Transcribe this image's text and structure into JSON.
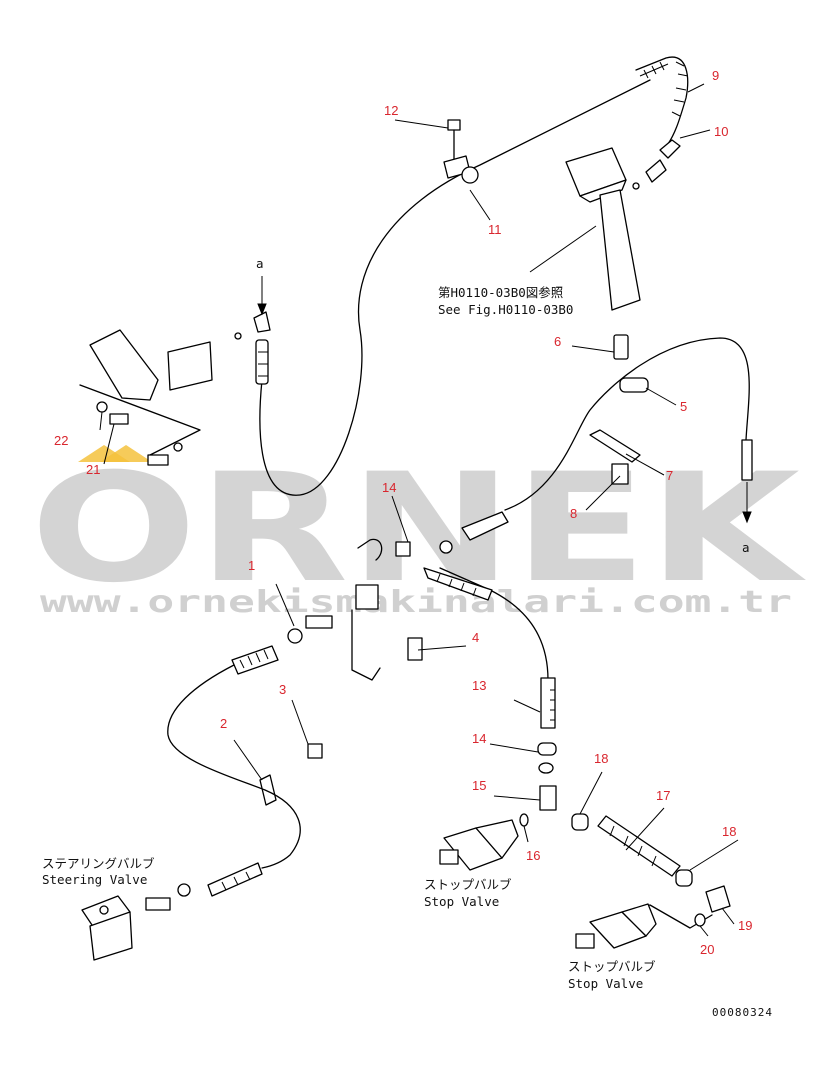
{
  "watermark": {
    "brand": "ORNEK",
    "url": "www.ornekismakinalari.com.tr",
    "accent_color": "#f5c23d"
  },
  "connector_marks": {
    "top": "a",
    "right": "a"
  },
  "callouts": {
    "c1": "1",
    "c2": "2",
    "c3": "3",
    "c4": "4",
    "c5": "5",
    "c6": "6",
    "c7": "7",
    "c8": "8",
    "c9": "9",
    "c10": "10",
    "c11": "11",
    "c12": "12",
    "c13": "13",
    "c14a": "14",
    "c14b": "14",
    "c15": "15",
    "c16": "16",
    "c17": "17",
    "c18a": "18",
    "c18b": "18",
    "c19": "19",
    "c20": "20",
    "c21": "21",
    "c22": "22"
  },
  "notes": {
    "ref_jp": "第H0110-03B0図参照",
    "ref_en": "See Fig.H0110-03B0",
    "steering_jp": "ステアリングバルブ",
    "steering_en": "Steering Valve",
    "stop1_jp": "ストップバルブ",
    "stop1_en": "Stop Valve",
    "stop2_jp": "ストップバルブ",
    "stop2_en": "Stop Valve"
  },
  "drawing_code": "00080324",
  "colors": {
    "callout": "#d9262e",
    "line": "#000000",
    "watermark": "#c8c8c8"
  }
}
